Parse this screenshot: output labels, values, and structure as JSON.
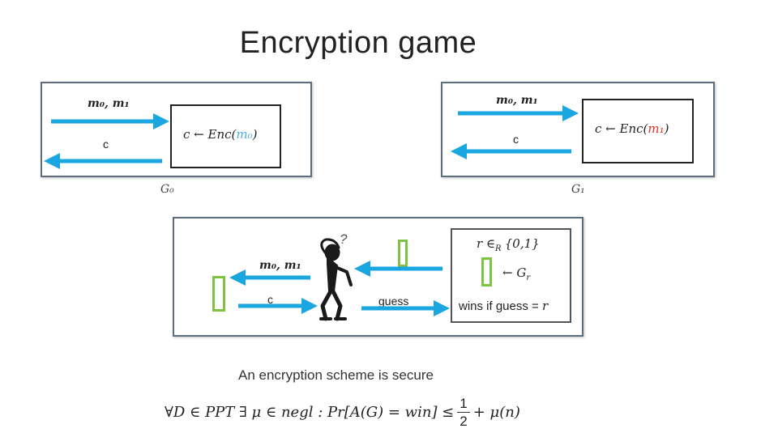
{
  "title": "Encryption game",
  "game0": {
    "msgs": "m₀, m₁",
    "cipher_label": "c",
    "box_prefix": "c ← ",
    "box_fn": "Enc(",
    "box_arg": "m₀",
    "box_close": ")",
    "arg_color": "#4aaee0",
    "name": "G₀"
  },
  "game1": {
    "msgs": "m₀, m₁",
    "cipher_label": "c",
    "box_prefix": "c ← ",
    "box_fn": "Enc(",
    "box_arg": "m₁",
    "box_close": ")",
    "arg_color": "#d9312b",
    "name": "G₁"
  },
  "adversary": {
    "msgs": "m₀, m₁",
    "cipher_label": "c",
    "guess_label": "guess",
    "question_mark": "?",
    "challenger_line1": "r ∈",
    "challenger_sub": "R",
    "challenger_set": "{0,1}",
    "challenger_line2": "← G",
    "challenger_line2_sub": "r",
    "challenger_line3": "wins if guess = ",
    "challenger_line3_var": "r"
  },
  "statement": "An encryption scheme is secure",
  "formula": {
    "part1": "∀D ∈ PPT  ∃ μ ∈ negl : Pr[A(G) = win] ≤ ",
    "num": "1",
    "den": "2",
    "part2": " + μ(n)"
  },
  "colors": {
    "arrow": "#1aa6e0",
    "green": "#7dc242",
    "panel_border": "#5b6d7f"
  },
  "icons": [
    "person-thinking-icon",
    "arrow-icon"
  ]
}
